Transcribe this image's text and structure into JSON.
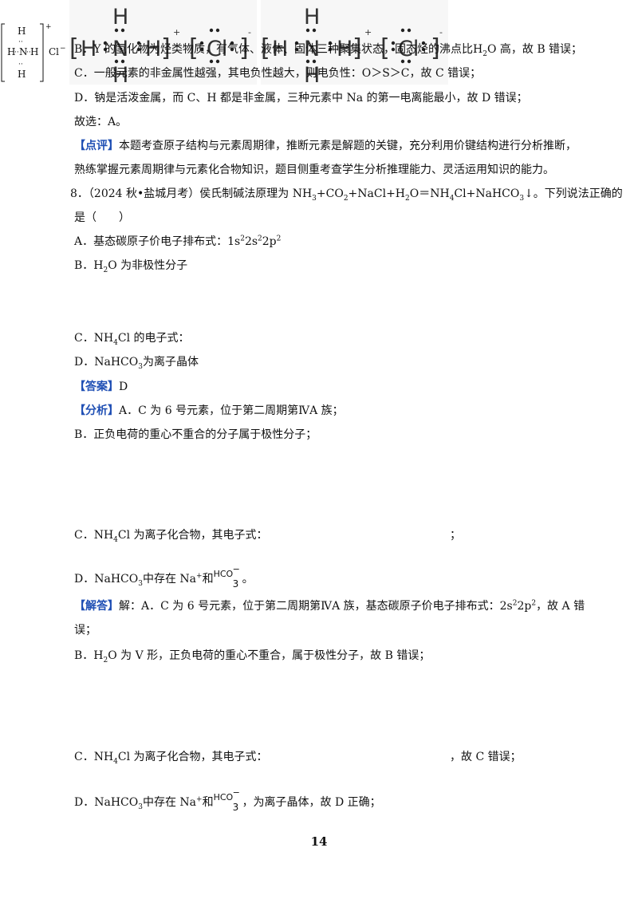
{
  "lines": {
    "l1": "B．Y 的氢化物为烃类物质，有气体、液体、固体三种聚集状态，固态烃的沸点比",
    "l1_h2o_a": "H",
    "l1_h2o_sub": "2",
    "l1_h2o_b": "O 高，故 B 错误；",
    "l2": "C．一般元素的非金属性越强，其电负性越大，则电负性：O＞S＞C，故 C 错误；",
    "l3": "D．钠是活泼金属，而 C、H 都是非金属，三种元素中 Na 的第一电离能最小，故 D 错误；",
    "l4": "故选：A。",
    "dianping_tag": "【点评】",
    "dianping_text": "本题考查原子结构与元素周期律，推断元素是解题的关键，充分利用价键结构进行分析推断，",
    "dianping_text2": "熟练掌握元素周期律与元素化合物知识，题目侧重考查学生分析推理能力、灵活运用知识的能力。",
    "q8_prefix": "8．（2024 秋•盐城月考）侯氏制碱法原理为 NH",
    "q8_nh3_sub": "3",
    "q8_mid1": "+CO",
    "q8_co2_sub": "2",
    "q8_mid2": "+NaCl+H",
    "q8_h2o_sub": "2",
    "q8_mid3": "O＝NH",
    "q8_nh4_sub": "4",
    "q8_mid4": "Cl+NaHCO",
    "q8_nahco3_sub": "3",
    "q8_end": "↓。下列说法正确的",
    "q8_line2": "是（　　）",
    "optA_pre": "A．基态碳原子价电子排布式：1s",
    "optA_s1": "2",
    "optA_mid": "2s",
    "optA_s2": "2",
    "optA_mid2": "2p",
    "optA_s3": "2",
    "optB_pre": "B．H",
    "optB_sub": "2",
    "optB_post": "O 为非极性分子",
    "optC_pre": "C．NH",
    "optC_sub": "4",
    "optC_post": "Cl 的电子式：",
    "optD_pre": "D．NaHCO",
    "optD_sub": "3",
    "optD_post": "为离子晶体",
    "answer_tag": "【答案】",
    "answer_text": "D",
    "analysis_tag": "【分析】",
    "analysis_text": "A．C 为 6 号元素，位于第二周期第ⅣA 族；",
    "an_b": "B．正负电荷的重心不重合的分子属于极性分子；",
    "an_c_pre": "C．NH",
    "an_c_sub": "4",
    "an_c_post": "Cl 为离子化合物，其电子式：",
    "an_c_end": "；",
    "an_d_pre": "D．NaHCO",
    "an_d_sub": "3",
    "an_d_mid": "中存在 Na",
    "an_d_sup": "+",
    "an_d_and": "和",
    "an_d_end": "。",
    "sol_tag": "【解答】",
    "sol_text": "解：A．C 为 6 号元素，位于第二周期第ⅣA 族，基态碳原子价电子排布式：2s",
    "sol_s1": "2",
    "sol_mid": "2p",
    "sol_s2": "2",
    "sol_end": "，故 A 错",
    "sol_line2": "误；",
    "sol_b_pre": "B．H",
    "sol_b_sub": "2",
    "sol_b_post": "O 为 V 形，正负电荷的重心不重合，属于极性分子，故 B 错误；",
    "sol_c_pre": "C．NH",
    "sol_c_sub": "4",
    "sol_c_post": "Cl 为离子化合物，其电子式：",
    "sol_c_end": "，故 C 错误；",
    "sol_d_pre": "D．NaHCO",
    "sol_d_sub": "3",
    "sol_d_mid": "中存在 Na",
    "sol_d_sup": "+",
    "sol_d_and": "和",
    "sol_d_end": "，为离子晶体，故 D 正确；"
  },
  "hco3": {
    "top": "HCO",
    "charge": "−",
    "sub": "3"
  },
  "eformula_small": {
    "h": "H",
    "n": "N",
    "cl": "Cl",
    "charge_plus": "+",
    "charge_minus": "−",
    "dots": "··"
  },
  "eformula_big": {
    "lb": "[",
    "rb": "]",
    "h": "H",
    "n": "N",
    "cl": "Cl",
    "plus": "+",
    "minus": "-"
  },
  "page_number": "14"
}
